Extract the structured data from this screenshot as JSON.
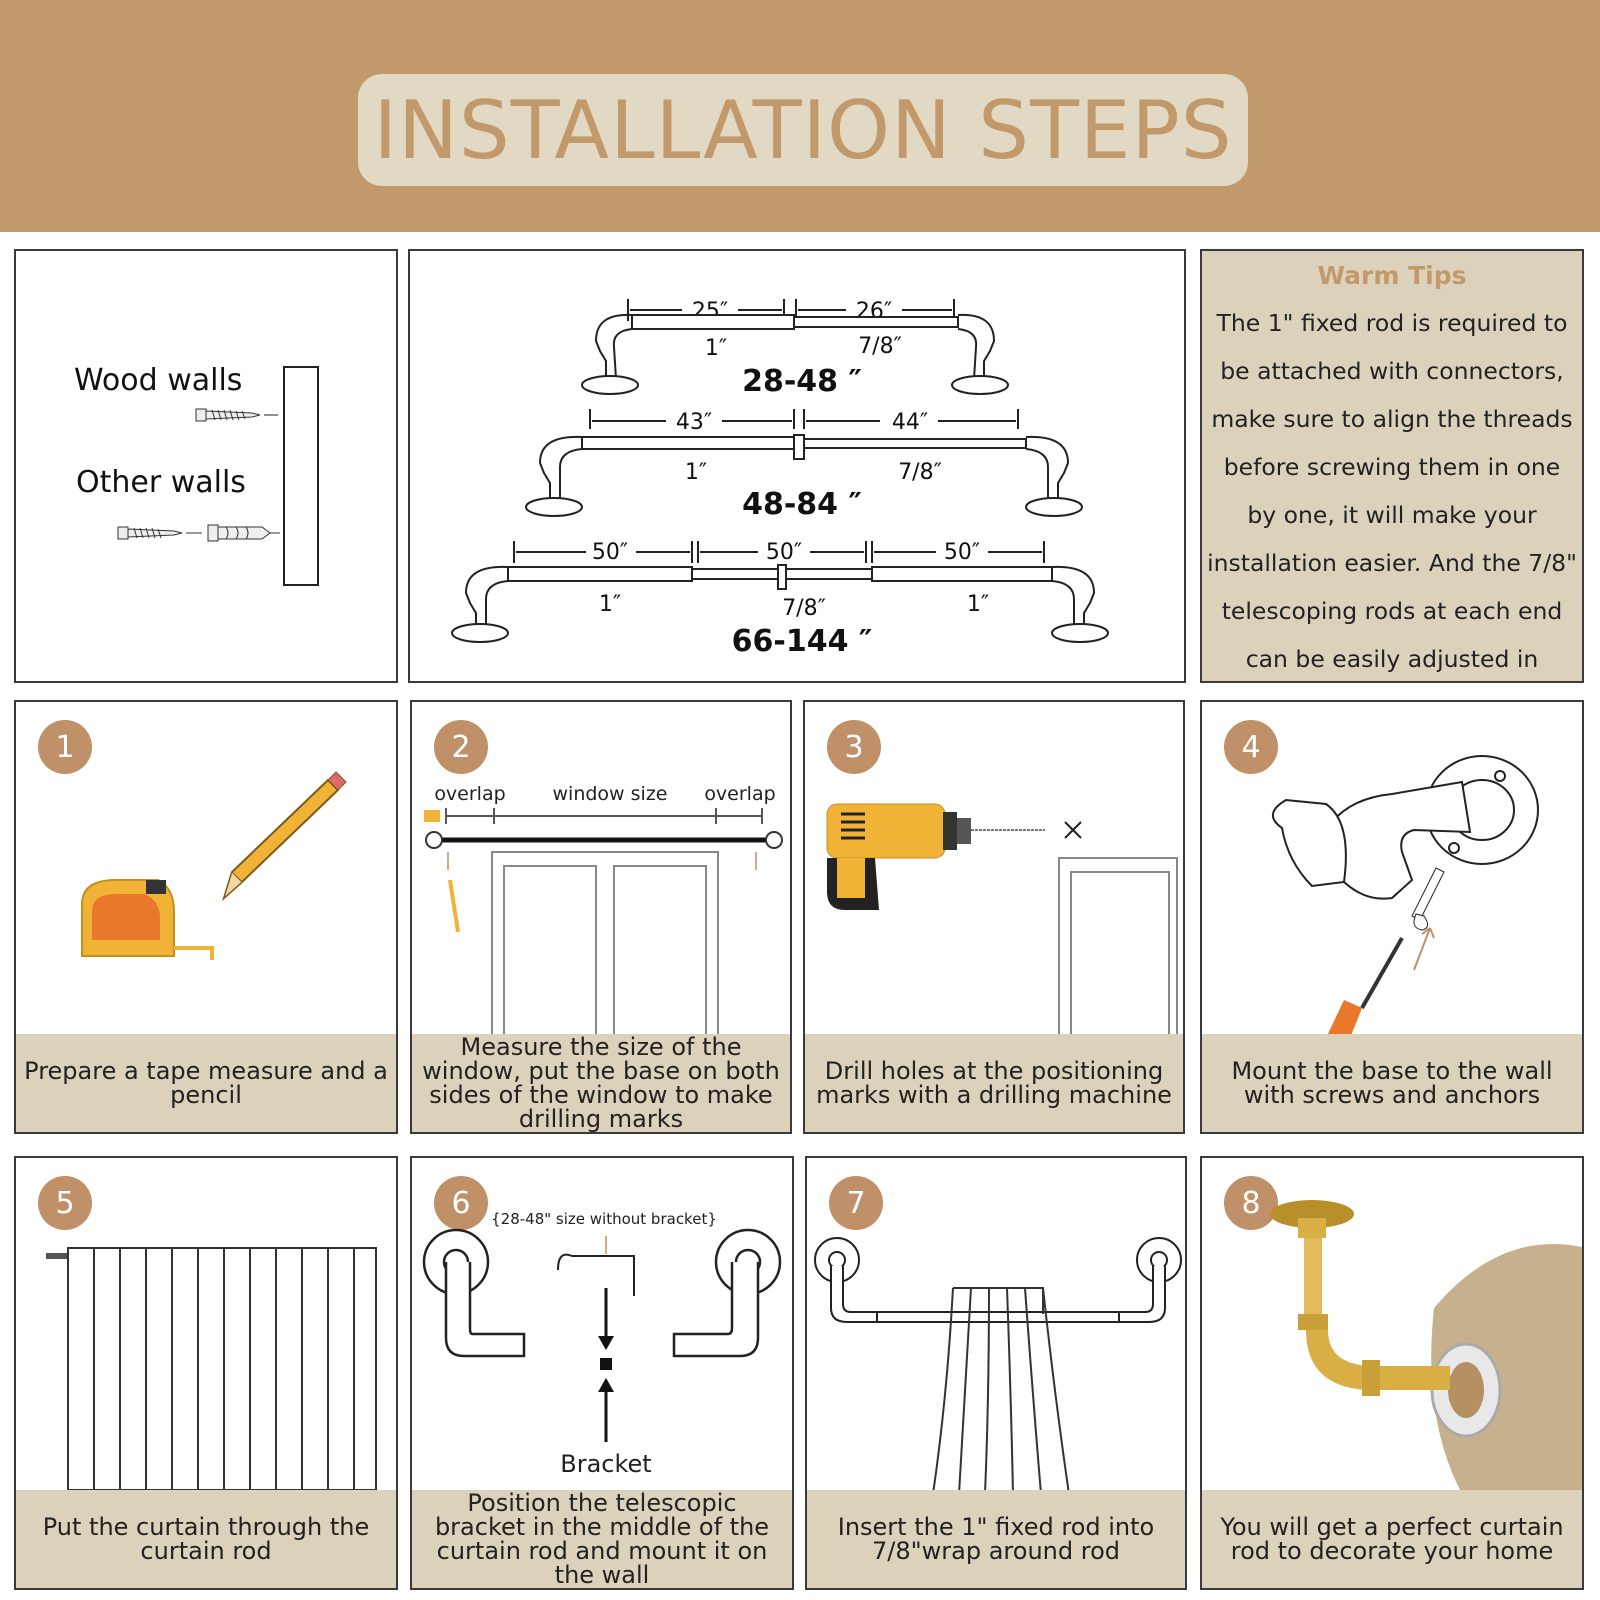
{
  "header": {
    "title": "INSTALLATION STEPS"
  },
  "walls": {
    "wood_label": "Wood walls",
    "other_label": "Other walls"
  },
  "sizes": {
    "set_a": {
      "left_len": "25″",
      "right_len": "26″",
      "left_dia": "1″",
      "right_dia": "7/8″",
      "range": "28-48 ″"
    },
    "set_b": {
      "left_len": "43″",
      "right_len": "44″",
      "left_dia": "1″",
      "right_dia": "7/8″",
      "range": "48-84 ″"
    },
    "set_c": {
      "len_1": "50″",
      "len_2": "50″",
      "len_3": "50″",
      "dia_left": "1″",
      "dia_mid": "7/8″",
      "dia_right": "1″",
      "range": "66-144 ″"
    }
  },
  "tips": {
    "title": "Warm Tips",
    "body": "The 1\" fixed rod is required to be attached with connectors, make sure to align the threads before screwing them in one by one, it will make your installation easier. And the 7/8\" telescoping rods at each end can be easily adjusted in length to fit your window size."
  },
  "steps": [
    {
      "number": "1",
      "caption": "Prepare a tape measure and a pencil"
    },
    {
      "number": "2",
      "caption": "Measure the size of the window, put the base on both sides of the window to make drilling marks",
      "labels": {
        "overlap_left": "overlap",
        "window_size": "window size",
        "overlap_right": "overlap"
      }
    },
    {
      "number": "3",
      "caption": "Drill holes at the positioning marks with a drilling machine"
    },
    {
      "number": "4",
      "caption": "Mount the base to the wall with screws and anchors"
    },
    {
      "number": "5",
      "caption": "Put the curtain through the curtain rod"
    },
    {
      "number": "6",
      "caption": "Position the telescopic bracket in the middle of the curtain rod and mount it on the wall",
      "labels": {
        "note": "{28-48\" size without bracket}",
        "bracket": "Bracket"
      }
    },
    {
      "number": "7",
      "caption": "Insert the 1\" fixed rod into 7/8\"wrap around rod"
    },
    {
      "number": "8",
      "caption": "You will get a perfect curtain rod to decorate your home"
    }
  ],
  "colors": {
    "banner": "#c1996a",
    "pill": "#e1d9c4",
    "caption_bg": "#dcd2bc",
    "badge": "#c09068",
    "accent_yellow": "#f1b335",
    "accent_orange": "#e9782a"
  }
}
